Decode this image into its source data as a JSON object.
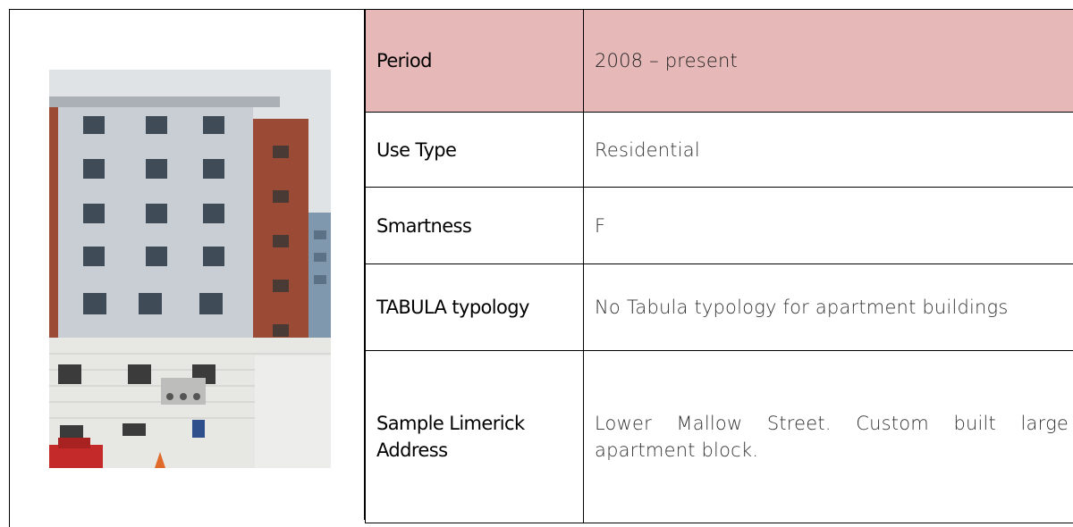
{
  "rows": [
    {
      "label": "Period",
      "value": "2008 – present"
    },
    {
      "label": "Use Type",
      "value": "Residential"
    },
    {
      "label": "Smartness",
      "value": "F"
    },
    {
      "label": "TABULA typology",
      "value": "No Tabula typology for apartment buildings"
    },
    {
      "label": "Sample Limerick Address",
      "value": "Lower Mallow Street. Custom built large apartment block."
    }
  ],
  "colors": {
    "header_fill": "#e6b8b7",
    "border": "#000000"
  }
}
